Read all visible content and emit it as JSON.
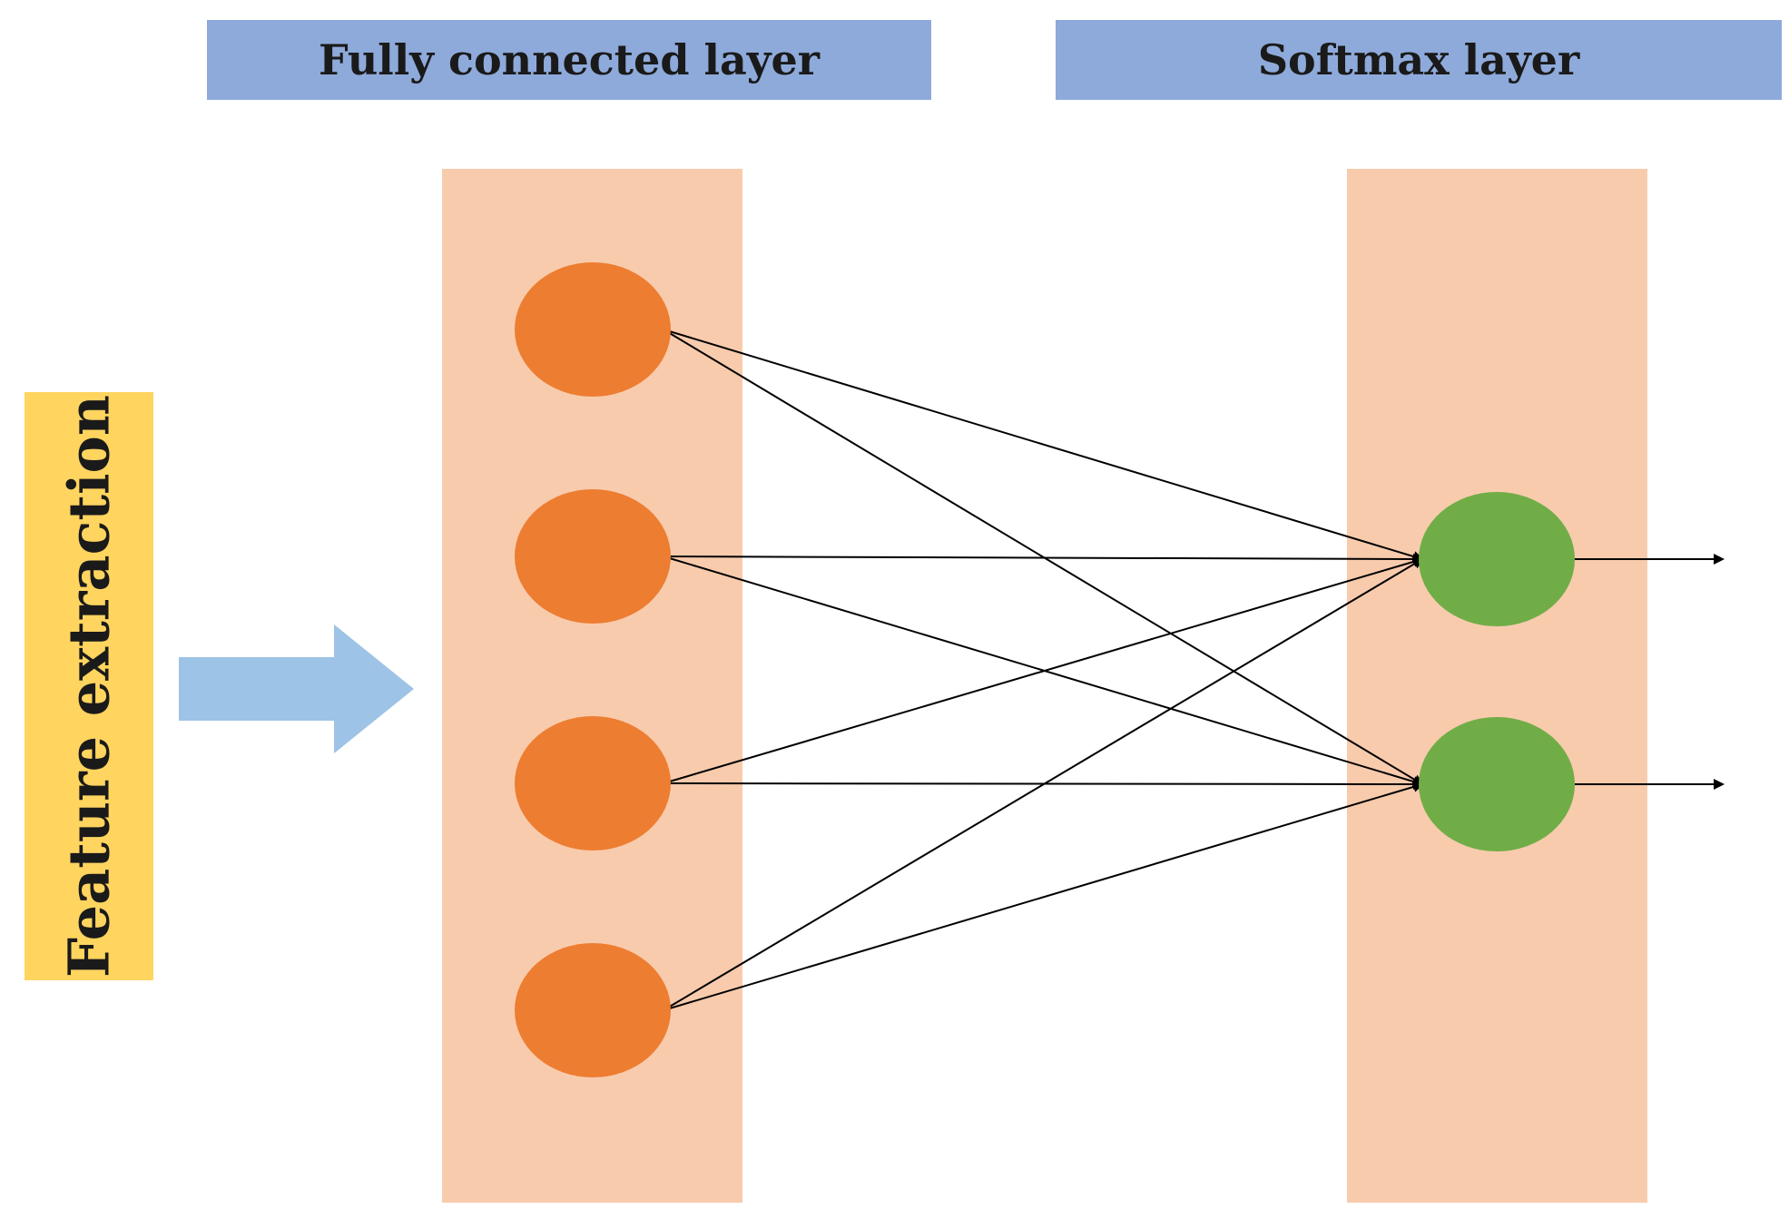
{
  "headers": {
    "fully_connected": "Fully connected layer",
    "softmax": "Softmax layer"
  },
  "side_label": "Feature extraction",
  "network": {
    "fully_connected_nodes": 4,
    "softmax_nodes": 2,
    "connections": "all-to-all",
    "outputs_per_softmax_node": 1
  },
  "colors": {
    "header_fill": "#8eaadb",
    "column_fill": "#f8cbad",
    "fc_node": "#ed7d31",
    "softmax_node": "#70ad47",
    "input_arrow": "#9dc3e6",
    "side_label_fill": "#ffd45f",
    "edge": "#000000"
  }
}
